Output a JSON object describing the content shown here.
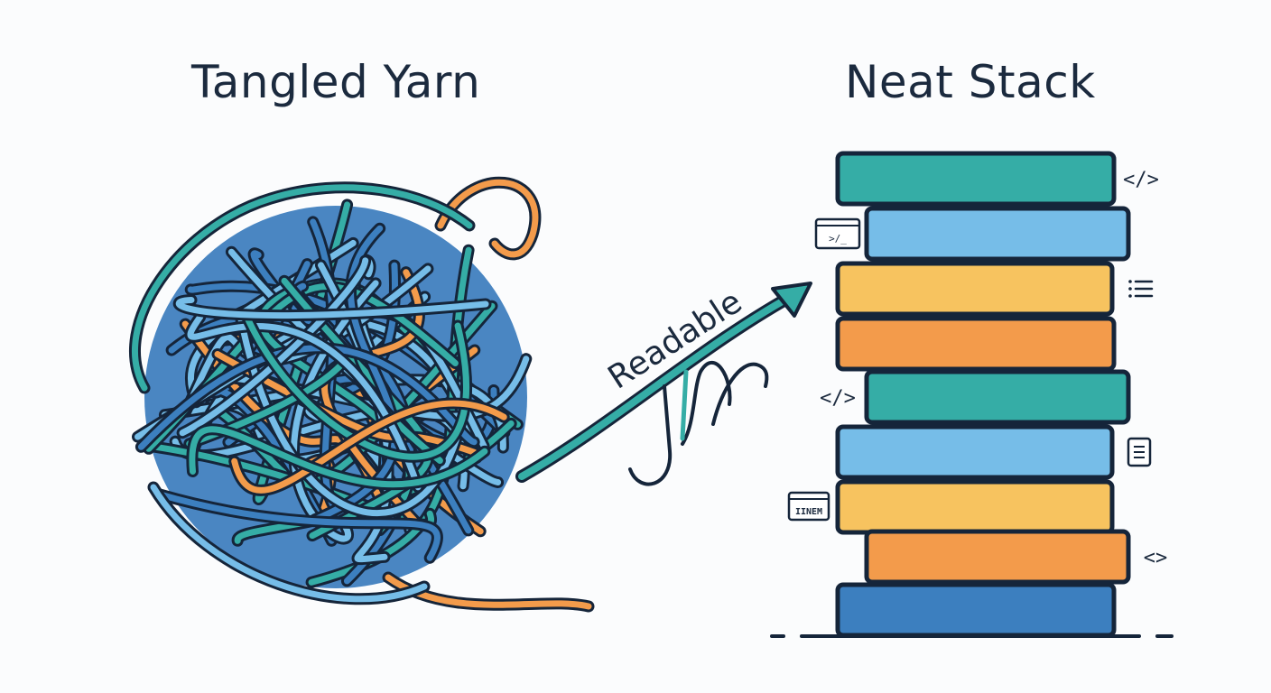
{
  "left_title": "Tangled Yarn",
  "right_title": "Neat Stack",
  "arrow_label": "Readable",
  "colors": {
    "ink": "#15253a",
    "teal": "#35ada6",
    "light_blue": "#76bde8",
    "yellow": "#f7c35f",
    "orange": "#f39b4b",
    "dark_blue": "#3c7fbf"
  },
  "stack_layers": [
    {
      "color": "teal",
      "icon": "code-brackets-icon",
      "icon_side": "right"
    },
    {
      "color": "light_blue",
      "icon": "terminal-window-icon",
      "icon_side": "left"
    },
    {
      "color": "yellow",
      "icon": "list-icon",
      "icon_side": "right"
    },
    {
      "color": "orange",
      "icon": "",
      "icon_side": ""
    },
    {
      "color": "teal",
      "icon": "code-brackets-icon",
      "icon_side": "left"
    },
    {
      "color": "light_blue",
      "icon": "document-icon",
      "icon_side": "right"
    },
    {
      "color": "yellow",
      "icon": "window-label-icon",
      "icon_side": "left"
    },
    {
      "color": "orange",
      "icon": "angle-brackets-icon",
      "icon_side": "right"
    },
    {
      "color": "dark_blue",
      "icon": "",
      "icon_side": ""
    }
  ],
  "icon_texts": {
    "code": "</>",
    "terminal": ">/_",
    "window_label": "IINEM",
    "angle": "<>"
  }
}
